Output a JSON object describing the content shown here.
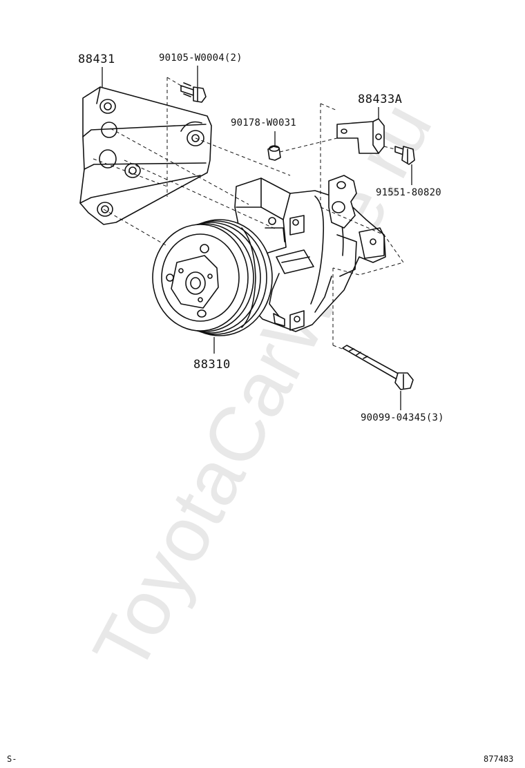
{
  "watermark": "ToyotaCarWine.ru",
  "parts": {
    "bracket": "88431",
    "bracket_bolt": "90105-W0004(2)",
    "nut": "90178-W0031",
    "stay": "88433A",
    "stay_bolt": "91551-80820",
    "compressor": "88310",
    "mount_bolt": "90099-04345(3)"
  },
  "footer": {
    "left": "S-",
    "right": "877483"
  }
}
